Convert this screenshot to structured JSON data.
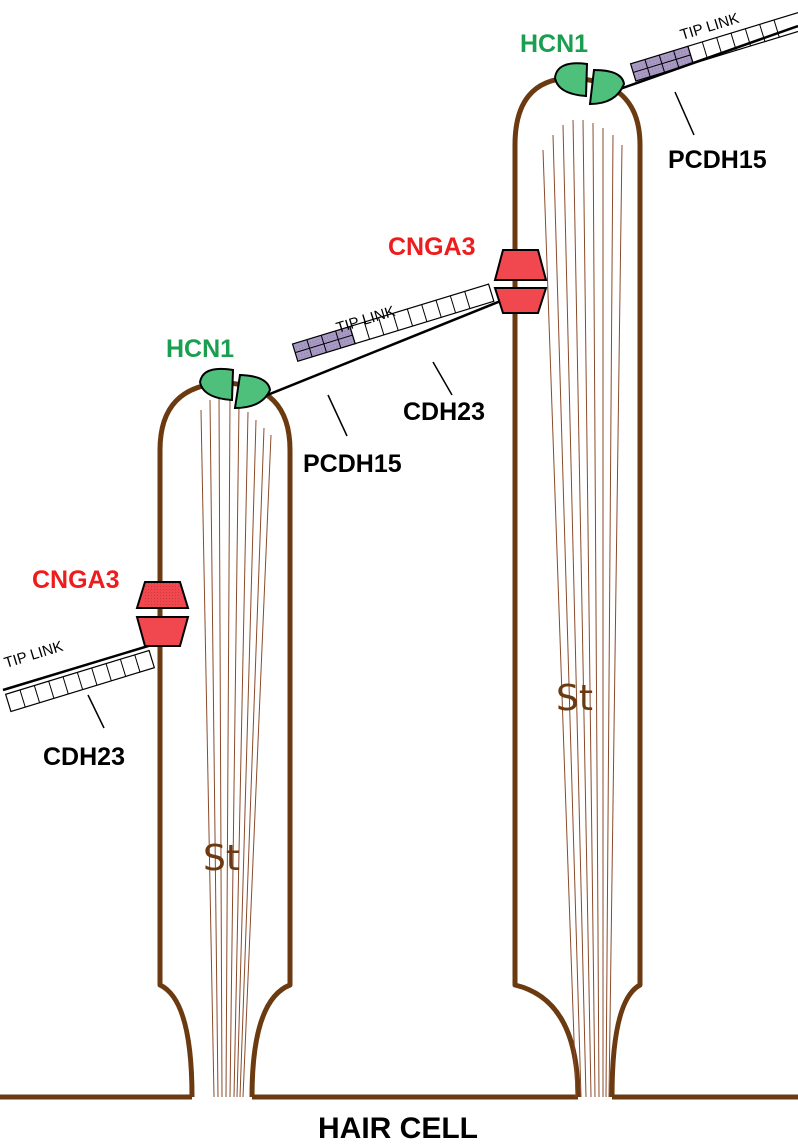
{
  "colors": {
    "membrane": "#6b3a10",
    "filament": "#8a4a2a",
    "hcn1_fill": "#4fc07c",
    "hcn1_label": "#1a9e4f",
    "cnga3_fill": "#f0484e",
    "cnga3_label": "#ee1c1c",
    "pcdh15_fill": "#a89ac4",
    "text": "#000000"
  },
  "labels": {
    "hair_cell": "HAIR CELL",
    "stereocilium_short": "St",
    "stereocilium_tall": "St"
  },
  "short_stereocilium": {
    "hcn1": "HCN1",
    "cnga3": "CNGA3",
    "pcdh15": "PCDH15",
    "cdh23": "CDH23",
    "tip_link": "TIP LINK"
  },
  "middle_link": {
    "tip_link": "TIP LINK",
    "pcdh15": "PCDH15",
    "cdh23": "CDH23"
  },
  "tall_stereocilium": {
    "hcn1": "HCN1",
    "cnga3": "CNGA3",
    "pcdh15": "PCDH15",
    "tip_link": "TIP LINK"
  }
}
